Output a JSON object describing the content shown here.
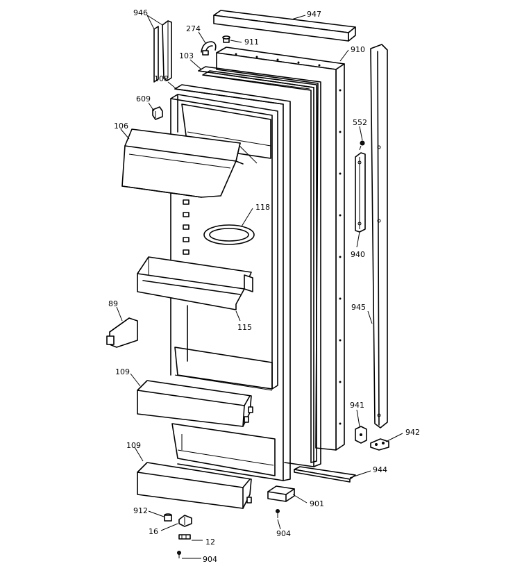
{
  "diagram": {
    "labels": {
      "p946": "946",
      "p947": "947",
      "p274": "274",
      "p911": "911",
      "p910": "910",
      "p103": "103",
      "p108": "108",
      "p609": "609",
      "p106": "106",
      "p552": "552",
      "p118": "118",
      "p940": "940",
      "p89": "89",
      "p115": "115",
      "p945": "945",
      "p109a": "109",
      "p941": "941",
      "p942": "942",
      "p109b": "109",
      "p944": "944",
      "p901": "901",
      "p912": "912",
      "p16": "16",
      "p904a": "904",
      "p12": "12",
      "p904b": "904"
    }
  }
}
